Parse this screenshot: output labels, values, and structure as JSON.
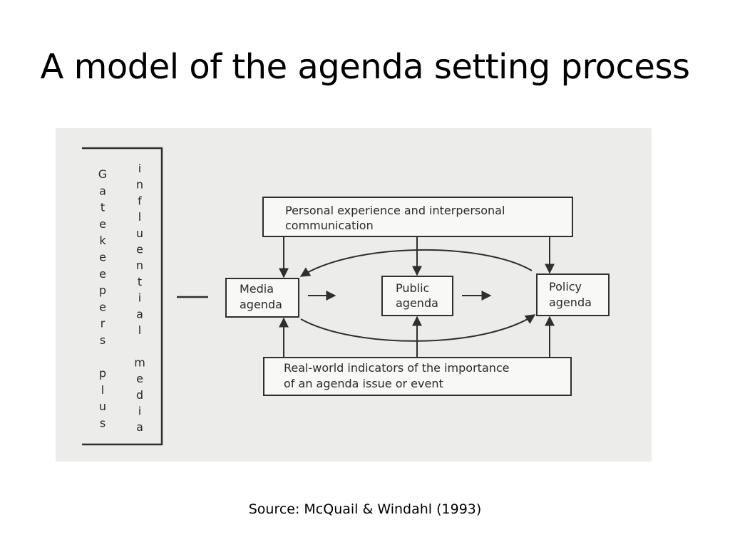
{
  "slide": {
    "title": "A model of the agenda setting process",
    "source": "Source: McQuail & Windahl (1993)"
  },
  "diagram": {
    "left_label_col1": [
      "G",
      "a",
      "t",
      "e",
      "k",
      "e",
      "e",
      "p",
      "e",
      "r",
      "s",
      "",
      "p",
      "l",
      "u",
      "s"
    ],
    "left_label_col2": [
      "i",
      "n",
      "f",
      "l",
      "u",
      "e",
      "n",
      "t",
      "i",
      "a",
      "l",
      "",
      "m",
      "e",
      "d",
      "i",
      "a"
    ],
    "top_box": [
      "Personal experience and interpersonal",
      "communication"
    ],
    "media_agenda": [
      "Media",
      "agenda"
    ],
    "public_agenda": [
      "Public",
      "agenda"
    ],
    "policy_agenda": [
      "Policy",
      "agenda"
    ],
    "bottom_box": [
      "Real-world indicators of the importance",
      "of an agenda issue or event"
    ]
  },
  "colors": {
    "scan_background": "#ececea",
    "line": "#2f2f2f"
  }
}
